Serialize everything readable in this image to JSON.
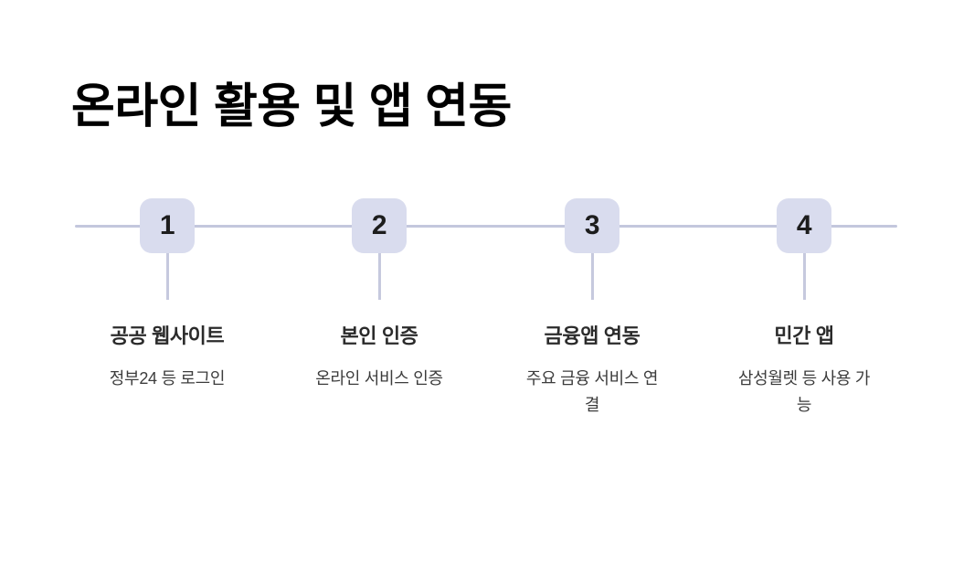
{
  "page": {
    "title": "온라인 활용 및 앱 연동",
    "background_color": "#ffffff",
    "title_color": "#000000"
  },
  "timeline": {
    "axis_color": "#c3c7dd",
    "badge_color": "#d9dcee",
    "badge_text_color": "#1d1d1d",
    "stem_color": "#c6c9de",
    "step_title_color": "#2b2b2b",
    "step_desc_color": "#3c3c3c",
    "steps": [
      {
        "number": "1",
        "title": "공공 웹사이트",
        "description": "정부24 등 로그인"
      },
      {
        "number": "2",
        "title": "본인 인증",
        "description": "온라인 서비스 인증"
      },
      {
        "number": "3",
        "title": "금융앱 연동",
        "description": "주요 금융 서비스 연결"
      },
      {
        "number": "4",
        "title": "민간 앱",
        "description": "삼성월렛 등 사용 가능"
      }
    ]
  }
}
